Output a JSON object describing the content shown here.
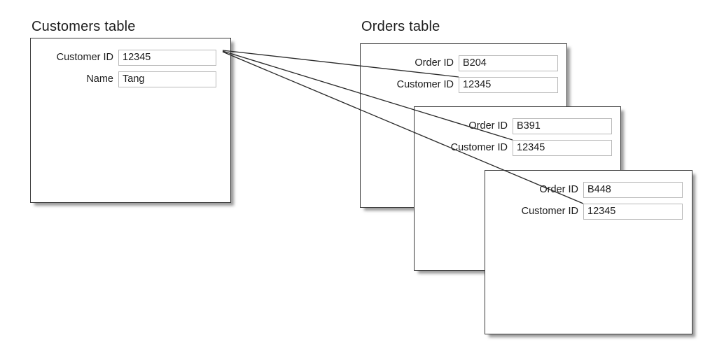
{
  "diagram": {
    "type": "entity-relationship-record-diagram",
    "background_color": "#ffffff",
    "line_color": "#2b2b2b",
    "card_border_color": "#3a3a3a",
    "field_box_border_color": "#b9b9b9"
  },
  "customers": {
    "title": "Customers table",
    "card": {
      "fields": [
        {
          "label": "Customer ID",
          "value": "12345"
        },
        {
          "label": "Name",
          "value": "Tang"
        }
      ]
    }
  },
  "orders": {
    "title": "Orders table",
    "cards": [
      {
        "fields": [
          {
            "label": "Order ID",
            "value": "B204"
          },
          {
            "label": "Customer ID",
            "value": "12345"
          }
        ]
      },
      {
        "fields": [
          {
            "label": "Order ID",
            "value": "B391"
          },
          {
            "label": "Customer ID",
            "value": "12345"
          }
        ]
      },
      {
        "fields": [
          {
            "label": "Order ID",
            "value": "B448"
          },
          {
            "label": "Customer ID",
            "value": "12345"
          }
        ]
      }
    ]
  },
  "relationships": [
    {
      "from": "customers.customer_id",
      "to": "orders.0.customer_id",
      "key_value": "12345"
    },
    {
      "from": "customers.customer_id",
      "to": "orders.1.customer_id",
      "key_value": "12345"
    },
    {
      "from": "customers.customer_id",
      "to": "orders.2.customer_id",
      "key_value": "12345"
    }
  ]
}
